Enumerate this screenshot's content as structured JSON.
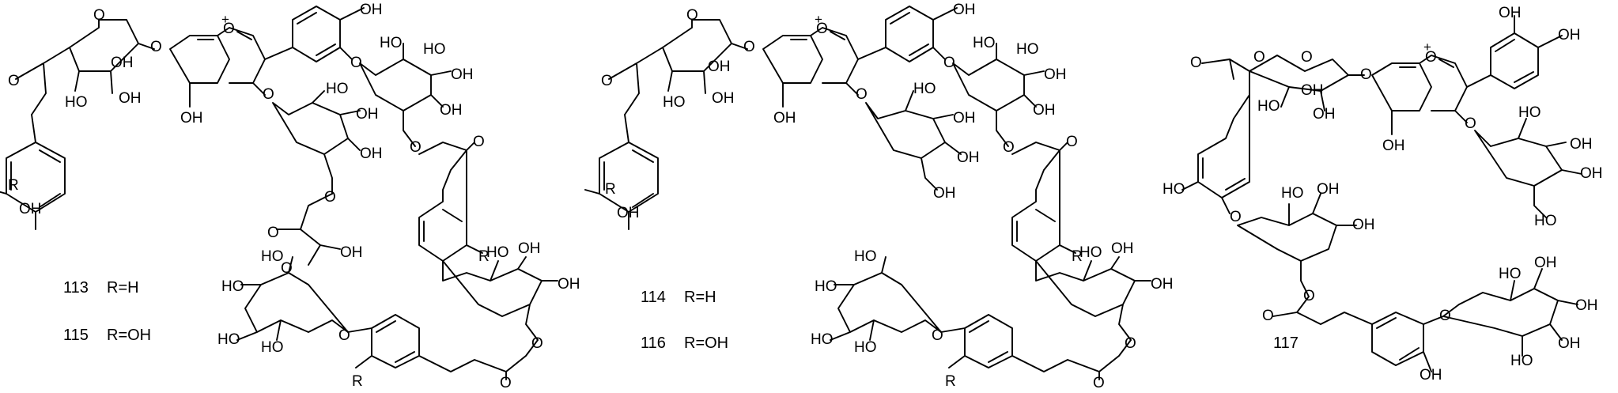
{
  "compounds": [
    {
      "labels": [
        {
          "id": "113",
          "sub": "R=H"
        },
        {
          "id": "115",
          "sub": "R=OH"
        }
      ]
    },
    {
      "labels": [
        {
          "id": "114",
          "sub": "R=H"
        },
        {
          "id": "116",
          "sub": "R=OH"
        }
      ]
    },
    {
      "labels": [
        {
          "id": "117",
          "sub": ""
        }
      ]
    }
  ],
  "atoms": {
    "hydroxyl": "OH",
    "hydroxyl_left": "HO",
    "oxygen": "O",
    "substituent": "R",
    "charge": "+"
  }
}
